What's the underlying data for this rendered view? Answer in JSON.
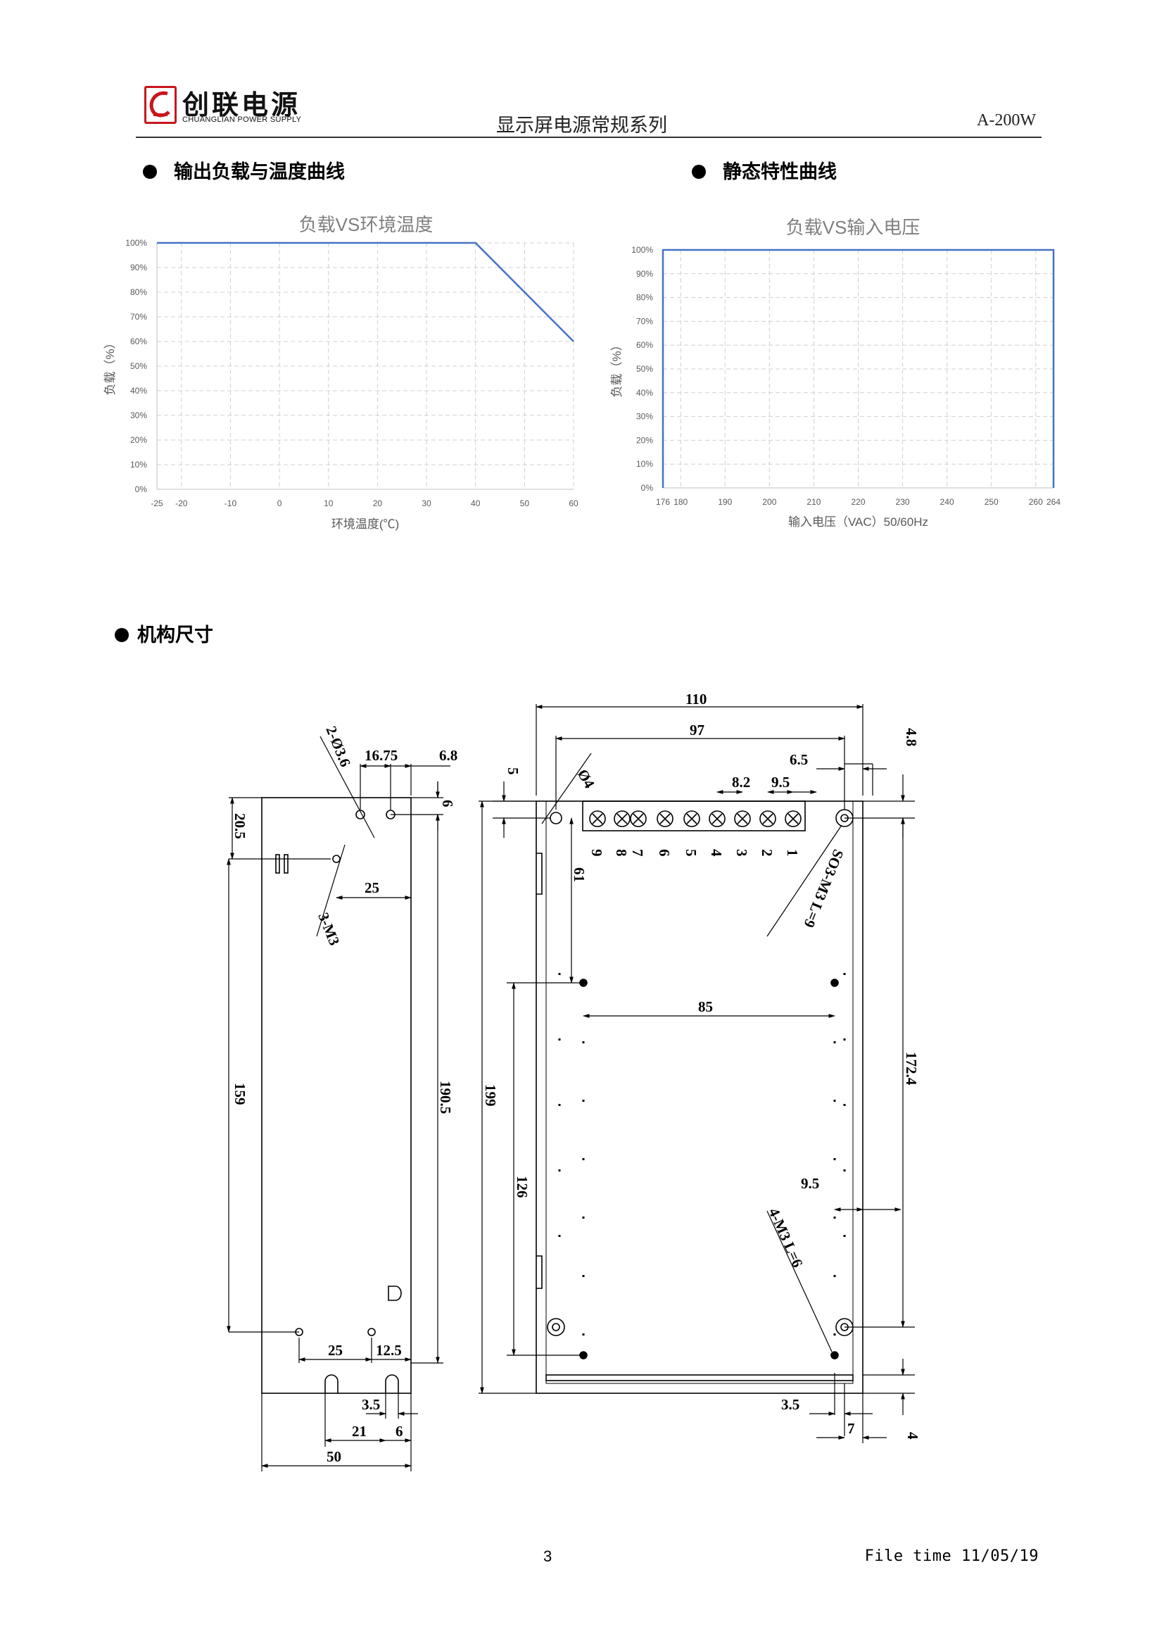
{
  "header": {
    "brand_cn": "创联电源",
    "brand_en": "CHUANGLIAN POWER SUPPLY",
    "series_title": "显示屏电源常规系列",
    "model": "A-200W"
  },
  "sections": {
    "derating": "输出负载与温度曲线",
    "static": "静态特性曲线",
    "mechanical": "机构尺寸"
  },
  "chart_data": [
    {
      "type": "line",
      "title": "负载VS环境温度",
      "xlabel": "环境温度(℃)",
      "ylabel": "负载（%）",
      "x_ticks": [
        "-25",
        "-20",
        "-10",
        "0",
        "10",
        "20",
        "30",
        "40",
        "50",
        "60"
      ],
      "y_ticks": [
        "0%",
        "10%",
        "20%",
        "30%",
        "40%",
        "50%",
        "60%",
        "70%",
        "80%",
        "90%",
        "100%"
      ],
      "xlim": [
        -25,
        60
      ],
      "ylim": [
        0,
        100
      ],
      "grid": true,
      "series": [
        {
          "color": "#4472c4",
          "x": [
            -25,
            40,
            60
          ],
          "y": [
            100,
            100,
            60
          ]
        }
      ]
    },
    {
      "type": "line",
      "title": "负载VS输入电压",
      "xlabel": "输入电压（VAC）50/60Hz",
      "ylabel": "负载（%）",
      "x_ticks": [
        "176",
        "180",
        "190",
        "200",
        "210",
        "220",
        "230",
        "240",
        "250",
        "260",
        "264"
      ],
      "y_ticks": [
        "0%",
        "10%",
        "20%",
        "30%",
        "40%",
        "50%",
        "60%",
        "70%",
        "80%",
        "90%",
        "100%"
      ],
      "xlim": [
        176,
        264
      ],
      "ylim": [
        0,
        100
      ],
      "grid": true,
      "series": [
        {
          "color": "#4472c4",
          "x": [
            176,
            176,
            264,
            264
          ],
          "y": [
            0,
            100,
            100,
            0
          ]
        }
      ]
    }
  ],
  "drawing": {
    "dims": [
      "16.75",
      "2-Ø3.6",
      "6.8",
      "6",
      "20.5",
      "25",
      "3-M3",
      "159",
      "190.5",
      "25",
      "12.5",
      "3.5",
      "21",
      "6",
      "50",
      "110",
      "97",
      "4.8",
      "5",
      "Ø4",
      "6.5",
      "8.2",
      "9.5",
      "61",
      "SO3-M3 L=9",
      "199",
      "85",
      "172.4",
      "126",
      "9.5",
      "4-M3 L=6",
      "3.5",
      "7",
      "4"
    ],
    "terminals": [
      "9",
      "8",
      "7",
      "6",
      "5",
      "4",
      "3",
      "2",
      "1"
    ]
  },
  "footer": {
    "page": "3",
    "file_time": "File  time  11/05/19"
  }
}
